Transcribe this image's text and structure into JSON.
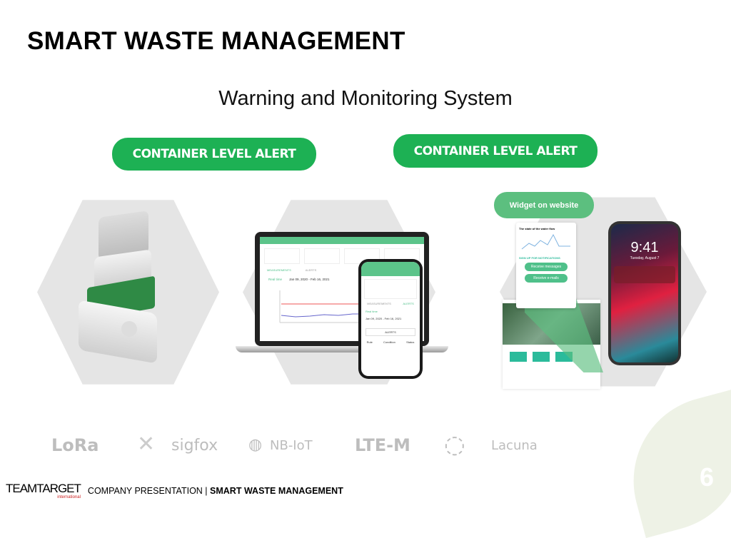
{
  "slide": {
    "title": "SMART WASTE MANAGEMENT",
    "subtitle": "Warning and Monitoring System",
    "badges": [
      "CONTAINER LEVEL ALERT",
      "CONTAINER LEVEL ALERT"
    ],
    "page_number": "6",
    "accent_color": "#1db154"
  },
  "laptop": {
    "tab_measurements": "MEASUREMENTS",
    "tab_alerts": "ALERTS",
    "real_time": "Real time",
    "date_range": "Jan 09, 2020 - Feb 16, 2021"
  },
  "phone": {
    "tab_measurements": "MEASUREMENTS",
    "tab_alerts": "ALERTS",
    "real_time": "Real time",
    "date_range": "Jan 09, 2020 - Feb 16, 2021",
    "alerts_button": "ALERTS",
    "columns": [
      "Rule",
      "Condition",
      "Status"
    ]
  },
  "widget": {
    "label": "Widget on website",
    "card_title": "The state of the water flow",
    "signup": "SIGN UP FOR NOTIFICATIONS",
    "buttons": [
      "Receive messages",
      "Receive e-mails"
    ]
  },
  "iphone": {
    "time": "9:41",
    "date": "Tuesday, August 7"
  },
  "technologies": [
    "LoRa",
    "sigfox",
    "NB-IoT",
    "LTE-M",
    "Lacuna"
  ],
  "footer": {
    "brand": "TEAMTARGET",
    "brand_sub": "international",
    "text": "COMPANY PRESENTATION |",
    "text_bold": "SMART WASTE MANAGEMENT"
  }
}
